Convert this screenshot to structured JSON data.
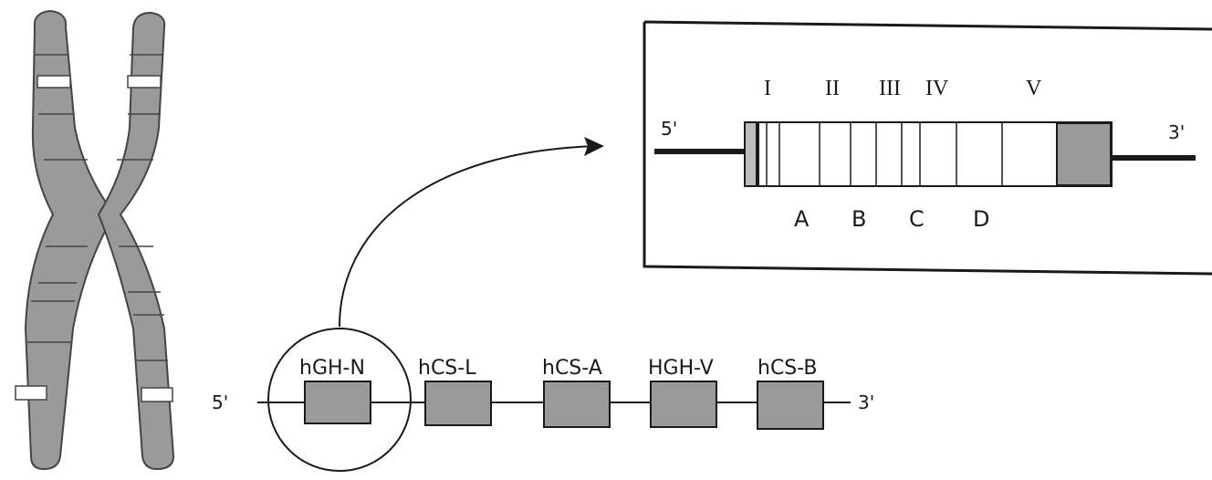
{
  "colors": {
    "chromatid": "#9a9a9a",
    "band_line": "#444444",
    "gap": "#ffffff",
    "gene_box": "#9a9a9a",
    "line": "#1a1a1a",
    "utr": "#9a9a9a"
  },
  "gene_cluster": {
    "five_prime": "5'",
    "three_prime": "3'",
    "genes": [
      "hGH-N",
      "hCS-L",
      "hCS-A",
      "HGH-V",
      "hCS-B"
    ]
  },
  "gene_structure": {
    "five_prime": "5'",
    "three_prime": "3'",
    "exons": [
      "I",
      "II",
      "III",
      "IV",
      "V"
    ],
    "introns": [
      "A",
      "B",
      "C",
      "D"
    ]
  }
}
